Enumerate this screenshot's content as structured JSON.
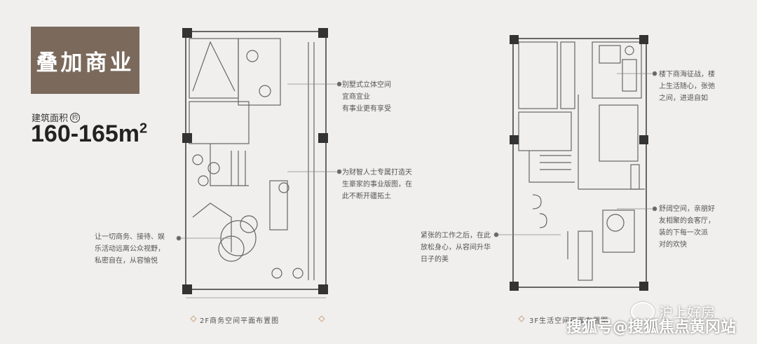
{
  "title": "叠加商业",
  "area": {
    "label": "建筑面积",
    "badge": "约",
    "value": "160-165m",
    "unit_sup": "2"
  },
  "notes": {
    "left_1": "别墅式立体空间",
    "left_2": "宜商宜业",
    "left_3": "有事业更有享受",
    "mid_1": "为财智人士专属打造天",
    "mid_2": "生豪家的事业版图，在",
    "mid_3": "此不断开疆拓土",
    "bot_1": "让一切商务、接待、娱",
    "bot_2": "乐活动远离公众视野，",
    "bot_3": "私密自在，从容愉悦",
    "r_top_1": "楼下商海征战，楼",
    "r_top_2": "上生活随心，张弛",
    "r_top_3": "之间，进退自如",
    "r_mid_1": "紧张的工作之后，在此",
    "r_mid_2": "放松身心，从容间升华",
    "r_mid_3": "日子的美",
    "r_right_1": "舒阔空间，亲朋好",
    "r_right_2": "友相聚的会客厅，",
    "r_right_3": "装的下每一次派",
    "r_right_4": "对的欢快"
  },
  "captions": {
    "left": "2F商务空间平面布置图",
    "right": "3F生活空间平面布置图"
  },
  "watermarks": {
    "brand": "沪上好房",
    "source": "搜狐号@搜狐焦点黄冈站"
  },
  "colors": {
    "title_bg": "#7b6a5c",
    "background": "#f1efed",
    "wall": "#555555",
    "column": "#333333"
  }
}
